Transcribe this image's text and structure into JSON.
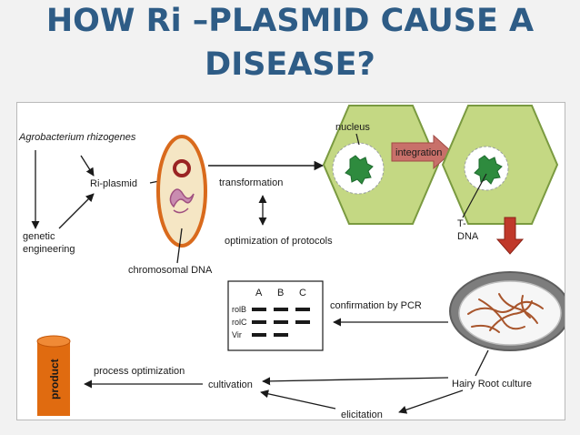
{
  "title": {
    "line1": "HOW Ri –PLASMID CAUSE A",
    "line2": "DISEASE?"
  },
  "diagram": {
    "agrobacterium": "Agrobacterium rhizogenes",
    "ri_plasmid": "Ri-plasmid",
    "genetic": "genetic",
    "engineering": "engineering",
    "chromosomal_dna": "chromosomal DNA",
    "transformation": "transformation",
    "optimization_protocols": "optimization of protocols",
    "nucleus": "nucleus",
    "integration": "integration",
    "t_label": "T-",
    "dna_label": "DNA",
    "gel_columns": [
      "A",
      "B",
      "C"
    ],
    "gel_rows": [
      "rolB",
      "rolC",
      "Vir"
    ],
    "confirmation": "confirmation by PCR",
    "hairy_root": "Hairy Root culture",
    "process_optimization": "process optimization",
    "cultivation": "cultivation",
    "elicitation": "elicitation",
    "product": "product"
  },
  "colors": {
    "title": "#2e5c86",
    "hexagon_fill": "#c4d883",
    "cell_outline": "#d96a1c",
    "product_cylinder": "#e06b10",
    "integration_arrow": "#c8706a",
    "down_arrow": "#c0392b"
  }
}
